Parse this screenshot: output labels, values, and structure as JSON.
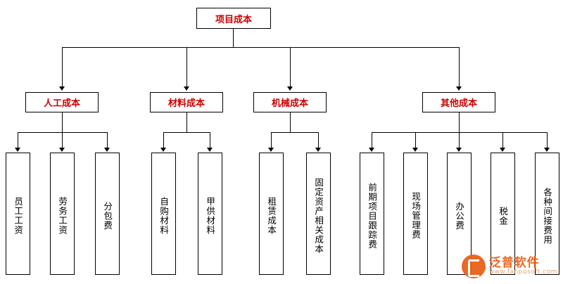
{
  "diagram": {
    "title": "项目成本",
    "root": {
      "label": "项目成本"
    },
    "categories": [
      {
        "label": "人工成本"
      },
      {
        "label": "材料成本"
      },
      {
        "label": "机械成本"
      },
      {
        "label": "其他成本"
      }
    ],
    "leaves": [
      {
        "label": "员工工资"
      },
      {
        "label": "劳务工资"
      },
      {
        "label": "分包费"
      },
      {
        "label": "自购材料"
      },
      {
        "label": "甲供材料"
      },
      {
        "label": "租赁成本"
      },
      {
        "label": "固定资产相关成本"
      },
      {
        "label": "前期项目跟踪费"
      },
      {
        "label": "现场管理费"
      },
      {
        "label": "办公费"
      },
      {
        "label": "税金"
      },
      {
        "label": "各种间接费用"
      }
    ]
  },
  "watermark": {
    "name_cn": "泛普软件",
    "name_en": "www.fanpusoft.com"
  },
  "colors": {
    "node_text": "#cc0000",
    "leaf_text": "#000000",
    "border": "#000000",
    "watermark": "#e8611a"
  }
}
